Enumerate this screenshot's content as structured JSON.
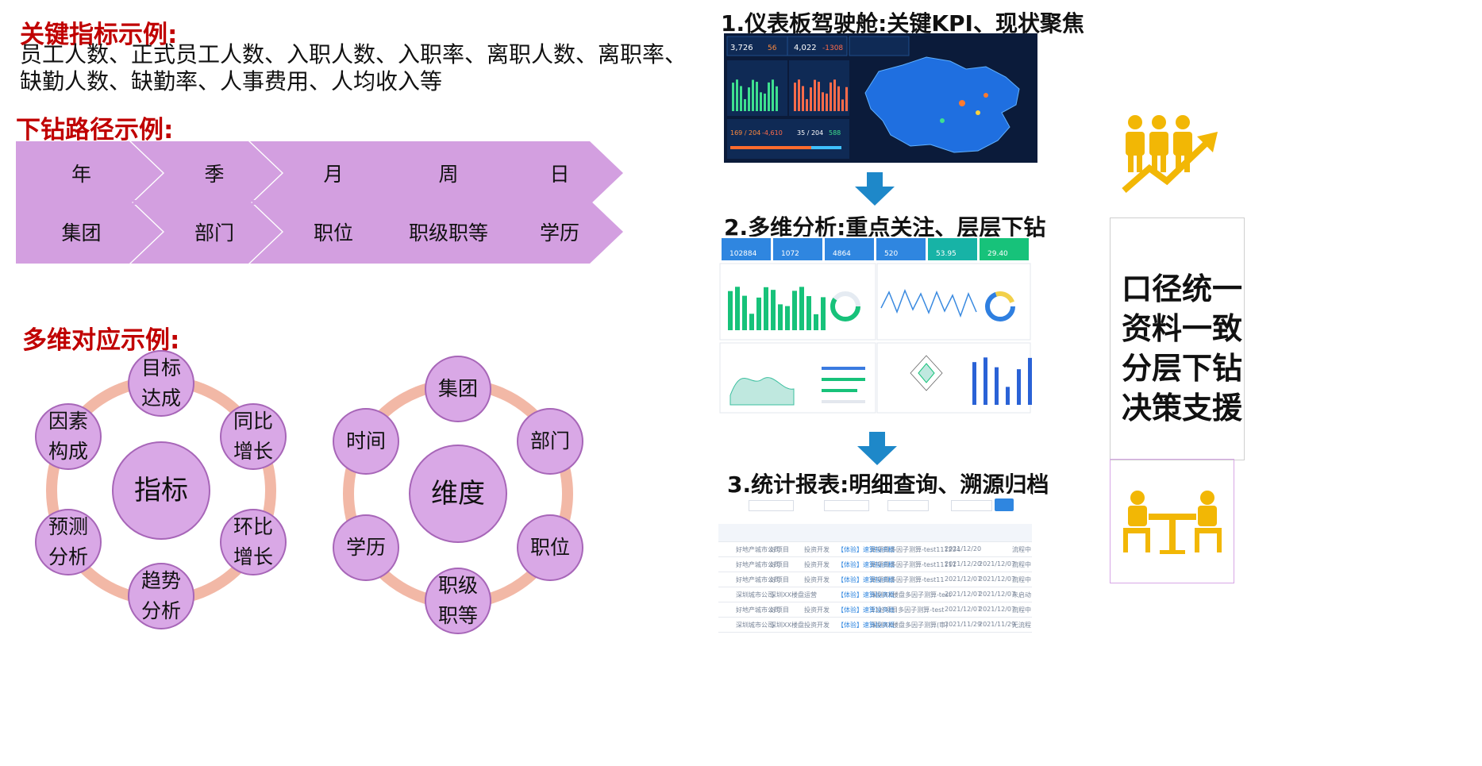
{
  "kpi_section": {
    "title": "关键指标示例:",
    "text": "员工人数、正式员工人数、入职人数、入职率、离职人数、离职率、缺勤人数、缺勤率、人事费用、人均收入等"
  },
  "drill_section": {
    "title": "下钻路径示例:",
    "row1": [
      "年",
      "季",
      "月",
      "周",
      "日"
    ],
    "row2": [
      "集团",
      "部门",
      "职位",
      "职级职等",
      "学历"
    ]
  },
  "multi_section": {
    "title": "多维对应示例:",
    "metric_center": "指标",
    "metric_nodes": [
      "目标达成",
      "同比增长",
      "环比增长",
      "趋势分析",
      "预测分析",
      "因素构成"
    ],
    "dimension_center": "维度",
    "dimension_nodes": [
      "集团",
      "部门",
      "职位",
      "职级职等",
      "学历",
      "时间"
    ]
  },
  "screens": {
    "s1_title": "1.仪表板驾驶舱:关键KPI、现状聚焦",
    "s2_title": "2.多维分析:重点关注、层层下钻",
    "s3_title": "3.统计报表:明细查询、溯源归档",
    "s1_values": [
      "3,726",
      "56",
      "4,022",
      "-1308",
      "169 / 204",
      "-4,610",
      "35 / 204",
      "588"
    ],
    "s2_values": [
      "102884",
      "1072",
      "4864",
      "520",
      "53.95",
      "29.40"
    ],
    "s3_rows": [
      [
        "好地产城市公司",
        "好项目",
        "投资开发",
        "【体验】速算投资概",
        "好项目多因子测算-test111234",
        "2021/12/20",
        "",
        "流程中"
      ],
      [
        "好地产城市公司",
        "好项目",
        "投资开发",
        "【体验】速算投资概",
        "好项目多因子测算-test11111",
        "2021/12/20",
        "2021/12/07",
        "流程中"
      ],
      [
        "好地产城市公司",
        "好项目",
        "投资开发",
        "【体验】速算投资概",
        "好项目多因子测算-test11",
        "2021/12/07",
        "2021/12/07",
        "流程中"
      ],
      [
        "深圳城市公司",
        "深圳XX楼盘",
        "运营",
        "【体验】速算投资概",
        "深圳XX楼盘多因子测算-test",
        "2021/12/07",
        "2021/12/07",
        "未启动"
      ],
      [
        "好地产城市公司",
        "好项目",
        "投资开发",
        "【体验】速算投资概",
        "11好项目多因子测算-test",
        "2021/12/07",
        "2021/12/07",
        "流程中"
      ],
      [
        "深圳城市公司",
        "深圳XX楼盘",
        "投资开发",
        "【体验】速算投资概",
        "深圳XX楼盘多因子测算(审)",
        "2021/11/29",
        "2021/11/29",
        "无流程"
      ]
    ]
  },
  "side": {
    "lines": [
      "口径统一",
      "资料一致",
      "分层下钻",
      "决策支援"
    ]
  },
  "colors": {
    "title_red": "#c00000",
    "chevron": "#d39fe0",
    "circle": "#d9a8e6",
    "ring": "#f2b8a6",
    "arrow_blue": "#1e88c9",
    "icon_yellow": "#f2b705"
  }
}
